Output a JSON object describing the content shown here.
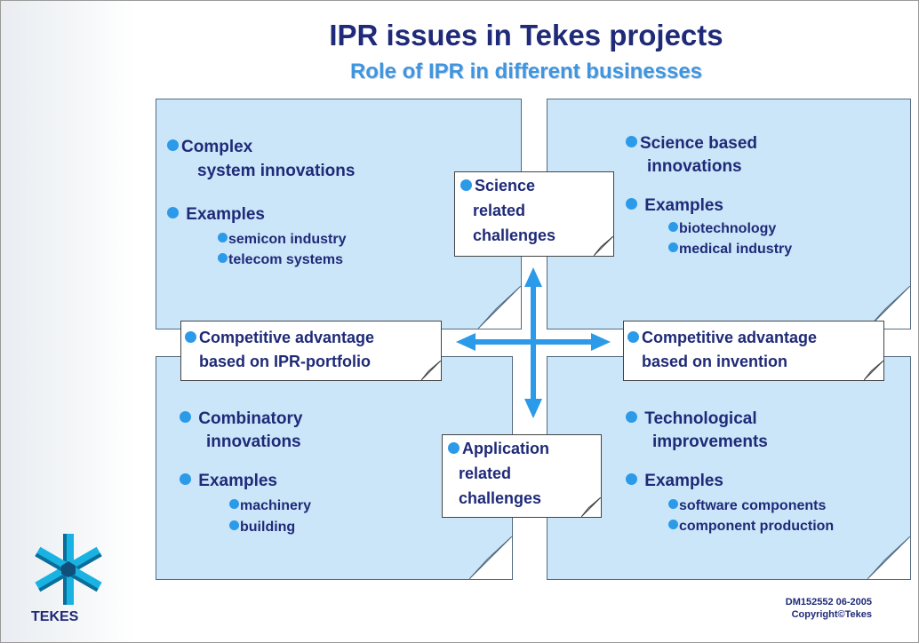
{
  "title": "IPR issues in Tekes projects",
  "subtitle": "Role of IPR in different businesses",
  "quadrants": {
    "top_left": {
      "line1": "Complex",
      "line2": "system innovations",
      "examples": "Examples",
      "items": [
        "semicon industry",
        "telecom systems"
      ]
    },
    "top_right": {
      "line1": "Science based",
      "line2": "innovations",
      "examples": "Examples",
      "items": [
        "biotechnology",
        "medical industry"
      ]
    },
    "bottom_left": {
      "line1": "Combinatory",
      "line2": "innovations",
      "examples": "Examples",
      "items": [
        "machinery",
        "building"
      ]
    },
    "bottom_right": {
      "line1": "Technological",
      "line2": "improvements",
      "examples": "Examples",
      "items": [
        "software components",
        "component production"
      ]
    }
  },
  "notes": {
    "top": {
      "line1": "Science",
      "line2": "related",
      "line3": "challenges"
    },
    "bottom": {
      "line1": "Application",
      "line2": "related",
      "line3": "challenges"
    },
    "left": {
      "line1": "Competitive advantage",
      "line2": "based on IPR-portfolio"
    },
    "right": {
      "line1": "Competitive advantage",
      "line2": "based on invention"
    }
  },
  "logo": {
    "name": "TEKES"
  },
  "footer": {
    "doc_id": "DM152552 06-2005",
    "copyright": "Copyright©Tekes"
  },
  "colors": {
    "title": "#1f2a78",
    "subtitle": "#3f95df",
    "box_fill": "#cbe6f8",
    "bullet": "#2b9ae8",
    "arrow": "#2b9ae8"
  }
}
